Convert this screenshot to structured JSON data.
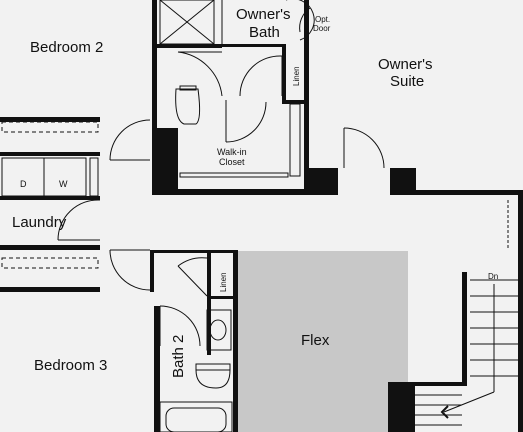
{
  "rooms": {
    "bedroom2": "Bedroom 2",
    "owners_bath_line1": "Owner's",
    "owners_bath_line2": "Bath",
    "opt_door_line1": "Opt.",
    "opt_door_line2": "Door",
    "owners_suite_line1": "Owner's",
    "owners_suite_line2": "Suite",
    "linen_top": "Linen",
    "walkin_line1": "Walk-in",
    "walkin_line2": "Closet",
    "dryer": "D",
    "washer": "W",
    "laundry": "Laundry",
    "linen_bottom": "Linen",
    "bath2": "Bath 2",
    "flex": "Flex",
    "bedroom3": "Bedroom 3",
    "stairs_dn": "Dn"
  },
  "colors": {
    "background": "#f2f2f2",
    "wall": "#111111",
    "flex_fill": "#c8c8c8"
  }
}
